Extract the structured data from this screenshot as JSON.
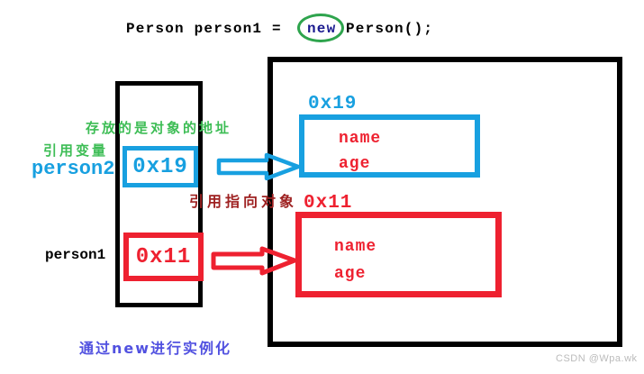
{
  "code_line": {
    "before": "Person person1 =",
    "keyword": "new",
    "after": "Person();"
  },
  "stack": {
    "note_address": "存放的是对象的地址",
    "ref_var_label": "引用变量",
    "person2_label": "person2",
    "person2_value": "0x19",
    "person1_label": "person1",
    "person1_value": "0x11",
    "bottom_note": "通过new进行实例化"
  },
  "heap": {
    "object1": {
      "address": "0x19",
      "fields": [
        "name",
        "age"
      ]
    },
    "object2": {
      "address": "0x11",
      "fields": [
        "name",
        "age"
      ]
    }
  },
  "middle_note": "引用指向对象",
  "watermark": "CSDN @Wpa.wk",
  "icons": {
    "blue_arrow": "right-block-arrow",
    "red_arrow": "right-block-arrow",
    "new_circle": "green-ellipse-highlight"
  },
  "colors": {
    "blue": "#18a0e0",
    "red": "#ee2130",
    "green_text": "#3dbd55",
    "ellipse_green": "#2ea44d",
    "keyword_navy": "#1a1a8f",
    "note_blue_violet": "#5151e0",
    "dark_red": "#9e2121",
    "black": "#000000",
    "watermark_gray": "#bbbbbb"
  }
}
